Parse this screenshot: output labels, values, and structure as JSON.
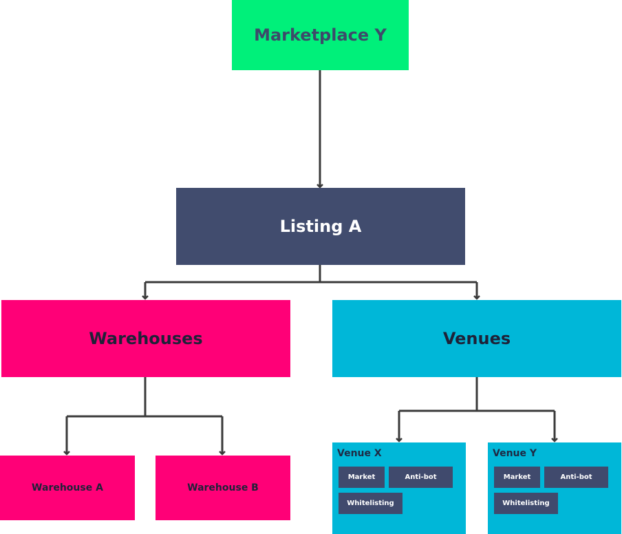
{
  "root": {
    "label": "Marketplace Y",
    "color": "#00f07a"
  },
  "listing": {
    "label": "Listing A",
    "color": "#414c6e"
  },
  "warehouses": {
    "label": "Warehouses",
    "color": "#ff0077",
    "children": [
      "Warehouse A",
      "Warehouse B"
    ]
  },
  "venues": {
    "label": "Venues",
    "color": "#00b7d8",
    "children": [
      {
        "label": "Venue X",
        "tags": [
          "Market",
          "Anti-bot",
          "Whitelisting"
        ]
      },
      {
        "label": "Venue Y",
        "tags": [
          "Market",
          "Anti-bot",
          "Whitelisting"
        ]
      }
    ]
  },
  "connector_color": "#3a3a3a"
}
